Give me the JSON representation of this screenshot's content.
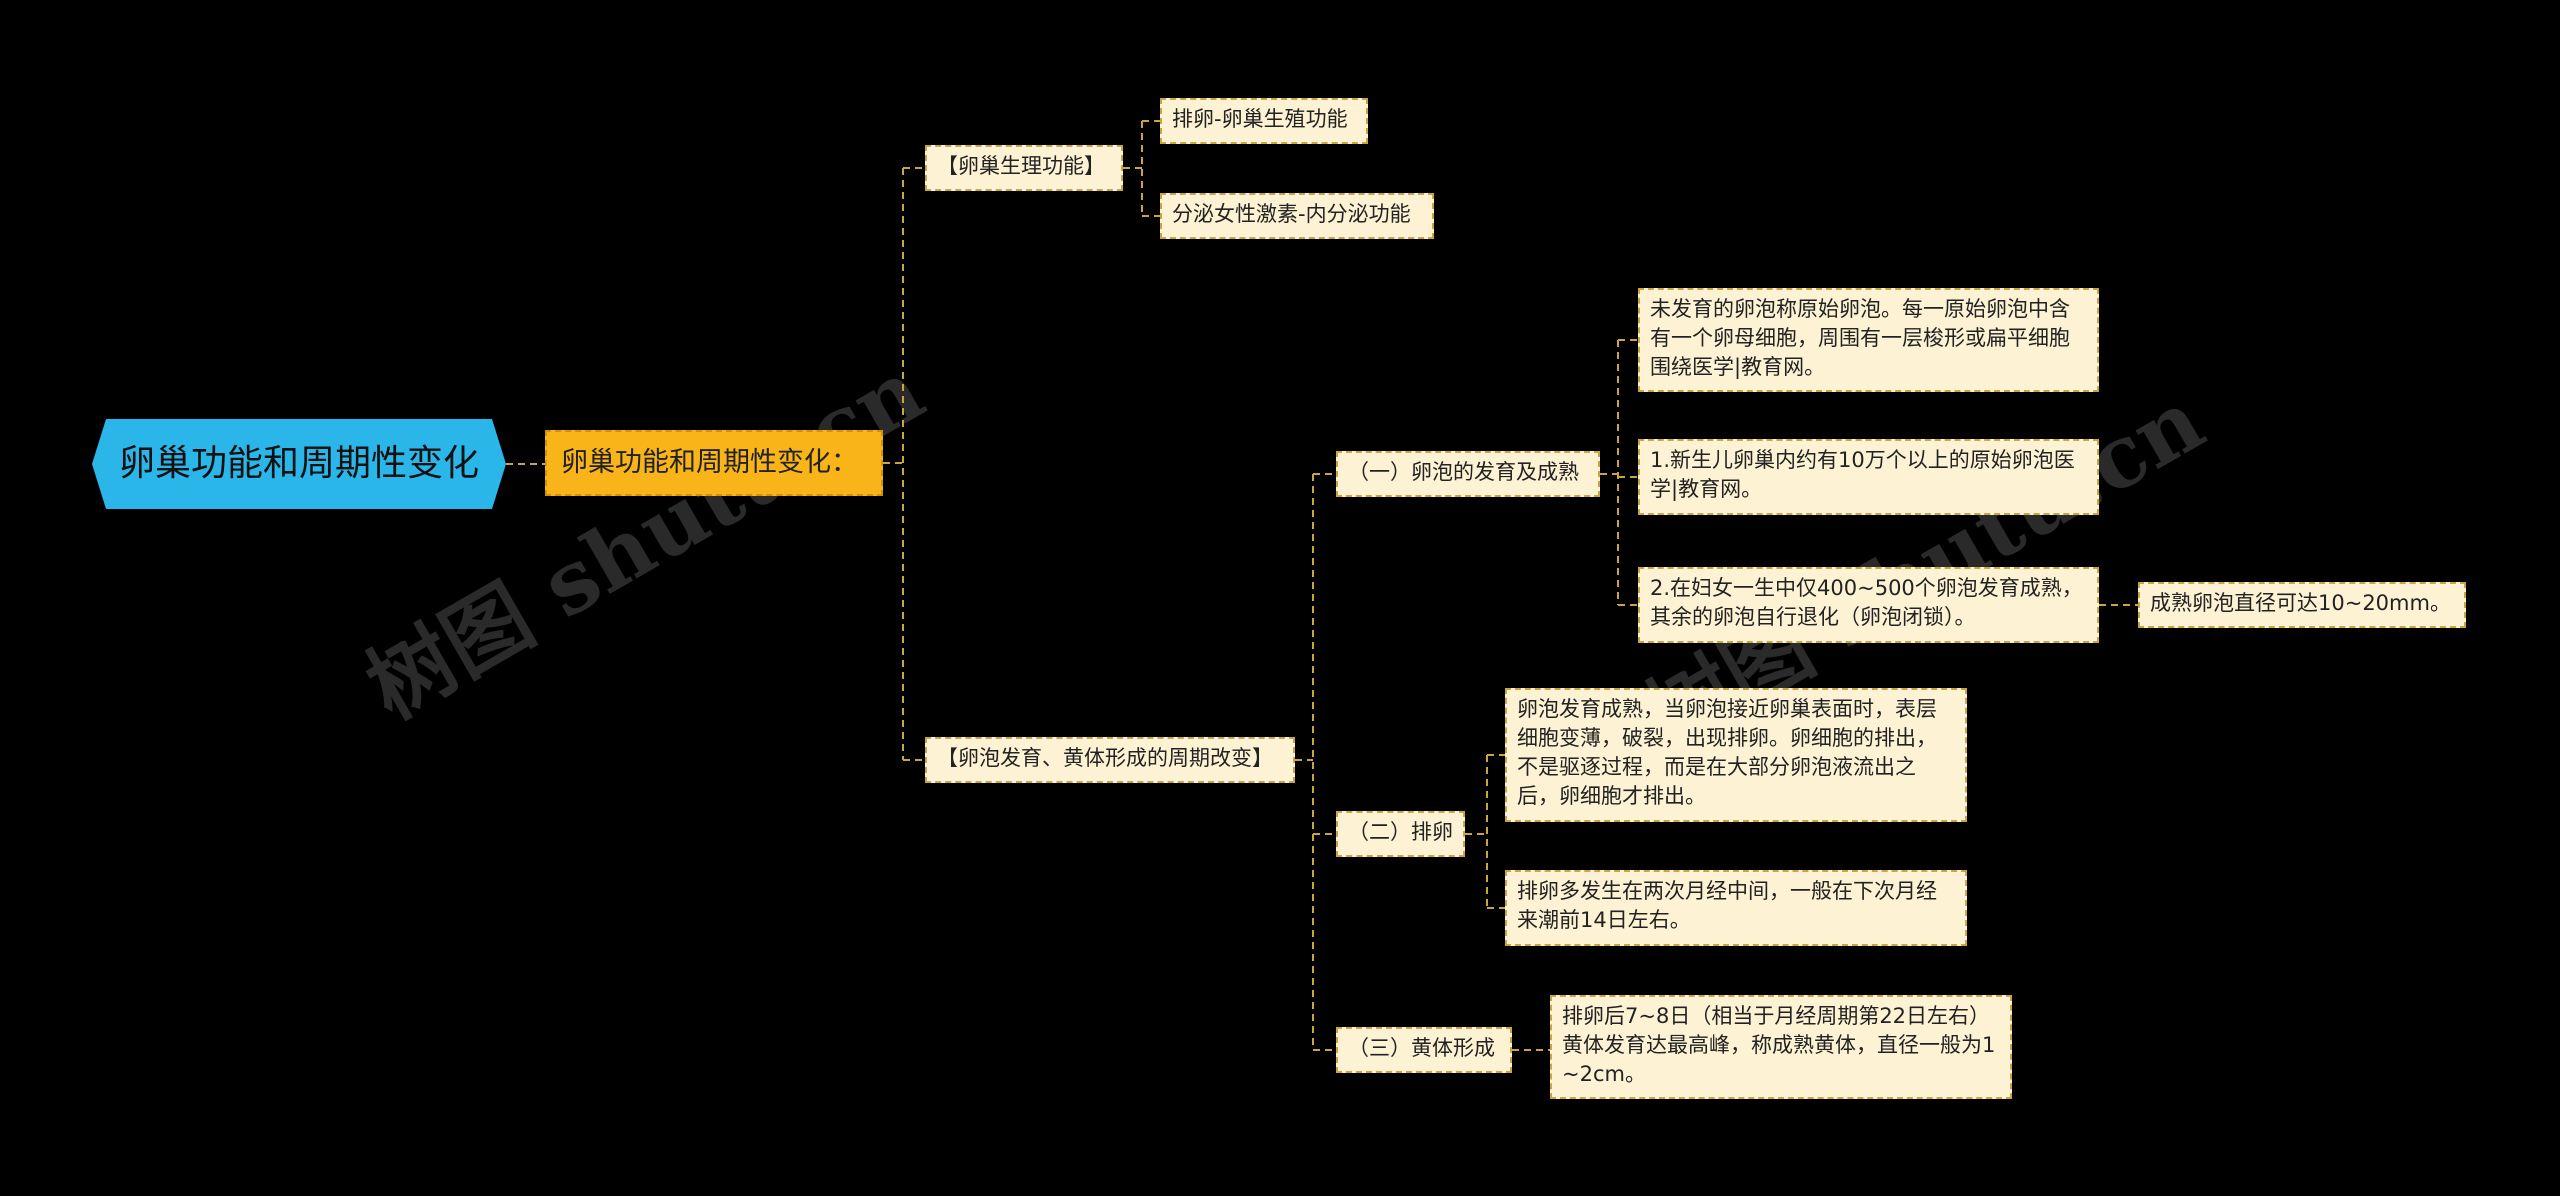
{
  "root": {
    "label": "卵巢功能和周期性变化"
  },
  "main": {
    "label": "卵巢功能和周期性变化："
  },
  "watermarks": [
    "树图 shutu.cn",
    "树图 shutu.cn"
  ],
  "nodes": {
    "b1": "【卵巢生理功能】",
    "b1c1": "排卵-卵巢生殖功能",
    "b1c2": "分泌女性激素-内分泌功能",
    "b2": "【卵泡发育、黄体形成的周期改变】",
    "s1": "（一）卵泡的发育及成熟",
    "s1c1": "未发育的卵泡称原始卵泡。每一原始卵泡中含有一个卵母细胞，周围有一层梭形或扁平细胞围绕医学|教育网。",
    "s1c2": "1.新生儿卵巢内约有10万个以上的原始卵泡医学|教育网。",
    "s1c3": "2.在妇女一生中仅400~500个卵泡发育成熟，其余的卵泡自行退化（卵泡闭锁）。",
    "s1c3a": "成熟卵泡直径可达10~20mm。",
    "s2": "（二）排卵",
    "s2c1": "卵泡发育成熟，当卵泡接近卵巢表面时，表层细胞变薄，破裂，出现排卵。卵细胞的排出，不是驱逐过程，而是在大部分卵泡液流出之后，卵细胞才排出。",
    "s2c2": "排卵多发生在两次月经中间，一般在下次月经来潮前14日左右。",
    "s3": "（三）黄体形成",
    "s3c1": "排卵后7~8日（相当于月经周期第22日左右）黄体发育达最高峰，称成熟黄体，直径一般为1~2cm。"
  },
  "colors": {
    "background": "#000000",
    "root_fill": "#2bb6ea",
    "main_fill": "#f8b418",
    "node_fill": "#fdf3d4",
    "node_border": "#c9a640",
    "connector": "#c9a640"
  }
}
